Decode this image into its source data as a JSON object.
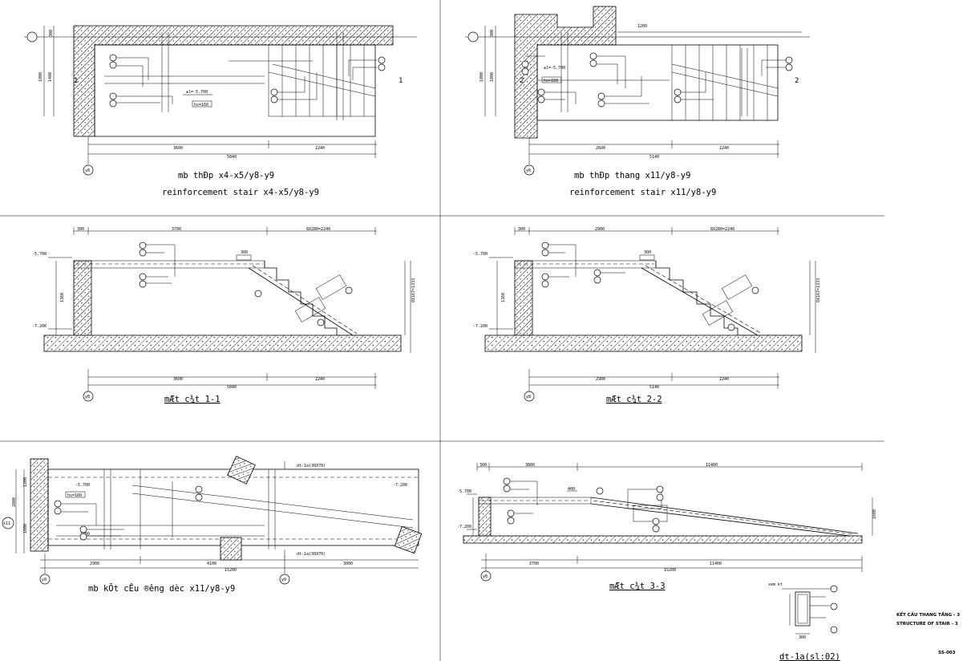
{
  "panels": {
    "stair1_plan": {
      "caption1": "mb thÐp x4-x5/y8-y9",
      "caption2": "reinforcement stair x4-x5/y8-y9",
      "dims": {
        "top": "300",
        "h1": "1480",
        "h2": "1800",
        "d1": "3600",
        "d2": "2240",
        "total": "5840",
        "grid": "y8",
        "sec": "1"
      }
    },
    "stair2_plan": {
      "caption1": "mb thÐp thang x11/y8-y9",
      "caption2": "reinforcement stair x11/y8-y9",
      "dims": {
        "top": "300",
        "h2": "1800",
        "d0": "1200",
        "d1": "2600",
        "d2": "2240",
        "total": "5140",
        "grid": "y8",
        "sec": "2"
      }
    },
    "section11": {
      "caption": "mÆt c¾t 1-1",
      "dims": {
        "top0": "300",
        "top1": "3700",
        "top2": "8X280=2240",
        "right": "8X167=1333",
        "h": "1360",
        "d1": "3600",
        "d2": "2240",
        "total": "5840",
        "grid": "y8",
        "lvl1": "-5.700",
        "lvl2": "-7.200",
        "step": "300"
      }
    },
    "section22": {
      "caption": "mÆt c¾t 2-2",
      "dims": {
        "top0": "300",
        "top1": "2900",
        "top2": "8X280=2240",
        "right": "8X167=1333",
        "h": "1360",
        "d1": "2900",
        "d2": "2240",
        "total": "5140",
        "grid": "y8",
        "lvl1": "-5.700",
        "lvl2": "-7.200",
        "step": "300"
      }
    },
    "ramp_plan": {
      "caption": "mb kÕt cÊu ®­êng dèc x11/y8-y9",
      "beam1": "dt-1a(30X70)",
      "beam2": "dt-1a(30X70)",
      "dims": {
        "left_total": "2800",
        "left_a": "1200",
        "left_b": "1600",
        "d1": "2900",
        "d2": "4100",
        "d3": "3000",
        "total": "15200",
        "grid1": "y8",
        "grid2": "y9",
        "grid3": "x11",
        "lvl1": "-5.700",
        "lvl2": "-7.200",
        "w1": "1200"
      }
    },
    "section33": {
      "caption": "mÆt c¾t 3-3",
      "dims": {
        "top0": "300",
        "top1": "3800",
        "top2": "11400",
        "d1": "3700",
        "d2": "11400",
        "total": "15200",
        "grid": "y8",
        "right": "1600",
        "lvl1": "-5.700",
        "lvl2": "-7.200",
        "mid": "400"
      }
    },
    "beam_detail": {
      "caption": "dt-1a(sl:02)",
      "dims": {
        "w": "300",
        "note": "xem kt"
      }
    }
  },
  "title_block": {
    "line1": "KẾT CẤU THANG TẦNG - 3",
    "line2": "STRUCTURE OF STAIR - 3",
    "code": "SS-003"
  }
}
